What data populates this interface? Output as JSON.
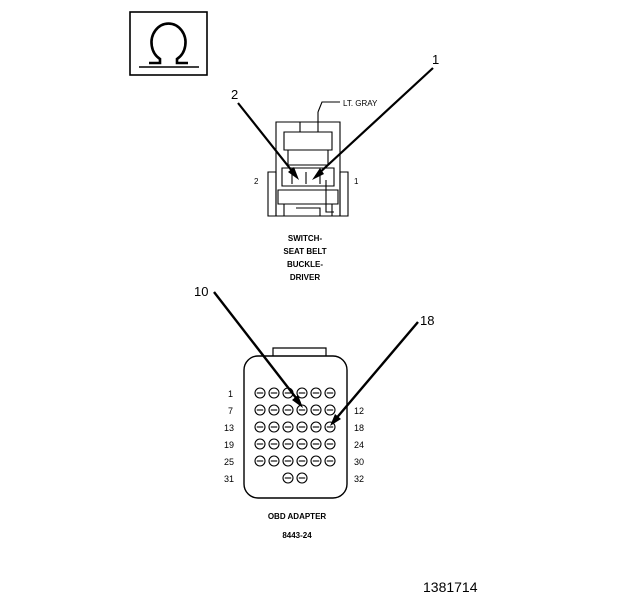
{
  "symbol": {
    "icon": "ohm-icon"
  },
  "switch": {
    "wire_color": "LT. GRAY",
    "callouts": [
      "1",
      "2"
    ],
    "side_labels": {
      "left": "2",
      "right": "1"
    },
    "caption": [
      "SWITCH-",
      "SEAT BELT",
      "BUCKLE-",
      "DRIVER"
    ]
  },
  "adapter": {
    "callouts": [
      "10",
      "18"
    ],
    "pin_labels_left": [
      "1",
      "7",
      "13",
      "19",
      "25",
      "31"
    ],
    "pin_labels_right": [
      "12",
      "18",
      "24",
      "30",
      "32"
    ],
    "caption": "OBD ADAPTER",
    "part_number": "8443-24"
  },
  "figure_number": "1381714"
}
